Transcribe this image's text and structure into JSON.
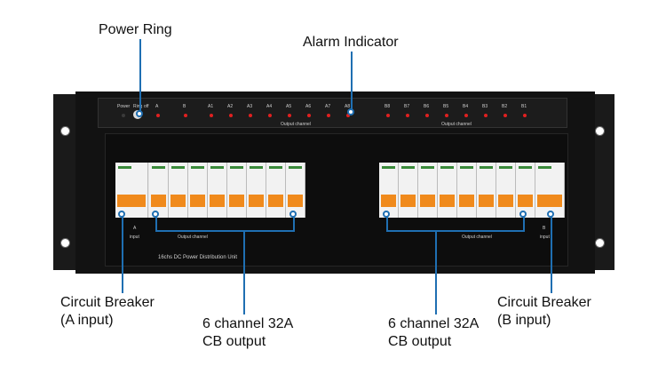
{
  "callouts": {
    "power_ring": "Power Ring",
    "alarm_indicator": "Alarm Indicator",
    "cb_a_line1": "Circuit Breaker",
    "cb_a_line2": "(A input)",
    "cb_b_line1": "Circuit Breaker",
    "cb_b_line2": "(B input)",
    "out_a_line1": "6 channel 32A",
    "out_a_line2": "CB output",
    "out_b_line1": "6 channel 32A",
    "out_b_line2": "CB output"
  },
  "panel": {
    "power_label": "Power",
    "ring_label": "Ring",
    "off_label": "off",
    "a_label": "A",
    "b_label": "B",
    "output_channel_a": "Output channel",
    "output_channel_b": "Output channel",
    "a_channels": [
      "A1",
      "A2",
      "A3",
      "A4",
      "A5",
      "A6",
      "A7",
      "A8"
    ],
    "b_channels": [
      "B8",
      "B7",
      "B6",
      "B5",
      "B4",
      "B3",
      "B2",
      "B1"
    ],
    "unit_label": "16chs DC Power Distribution Unit",
    "input_a": "input",
    "input_b": "input",
    "bottom_a_label": "A",
    "bottom_b_label": "B",
    "bottom_a_output": "Output channel",
    "bottom_b_output": "Output channel"
  }
}
